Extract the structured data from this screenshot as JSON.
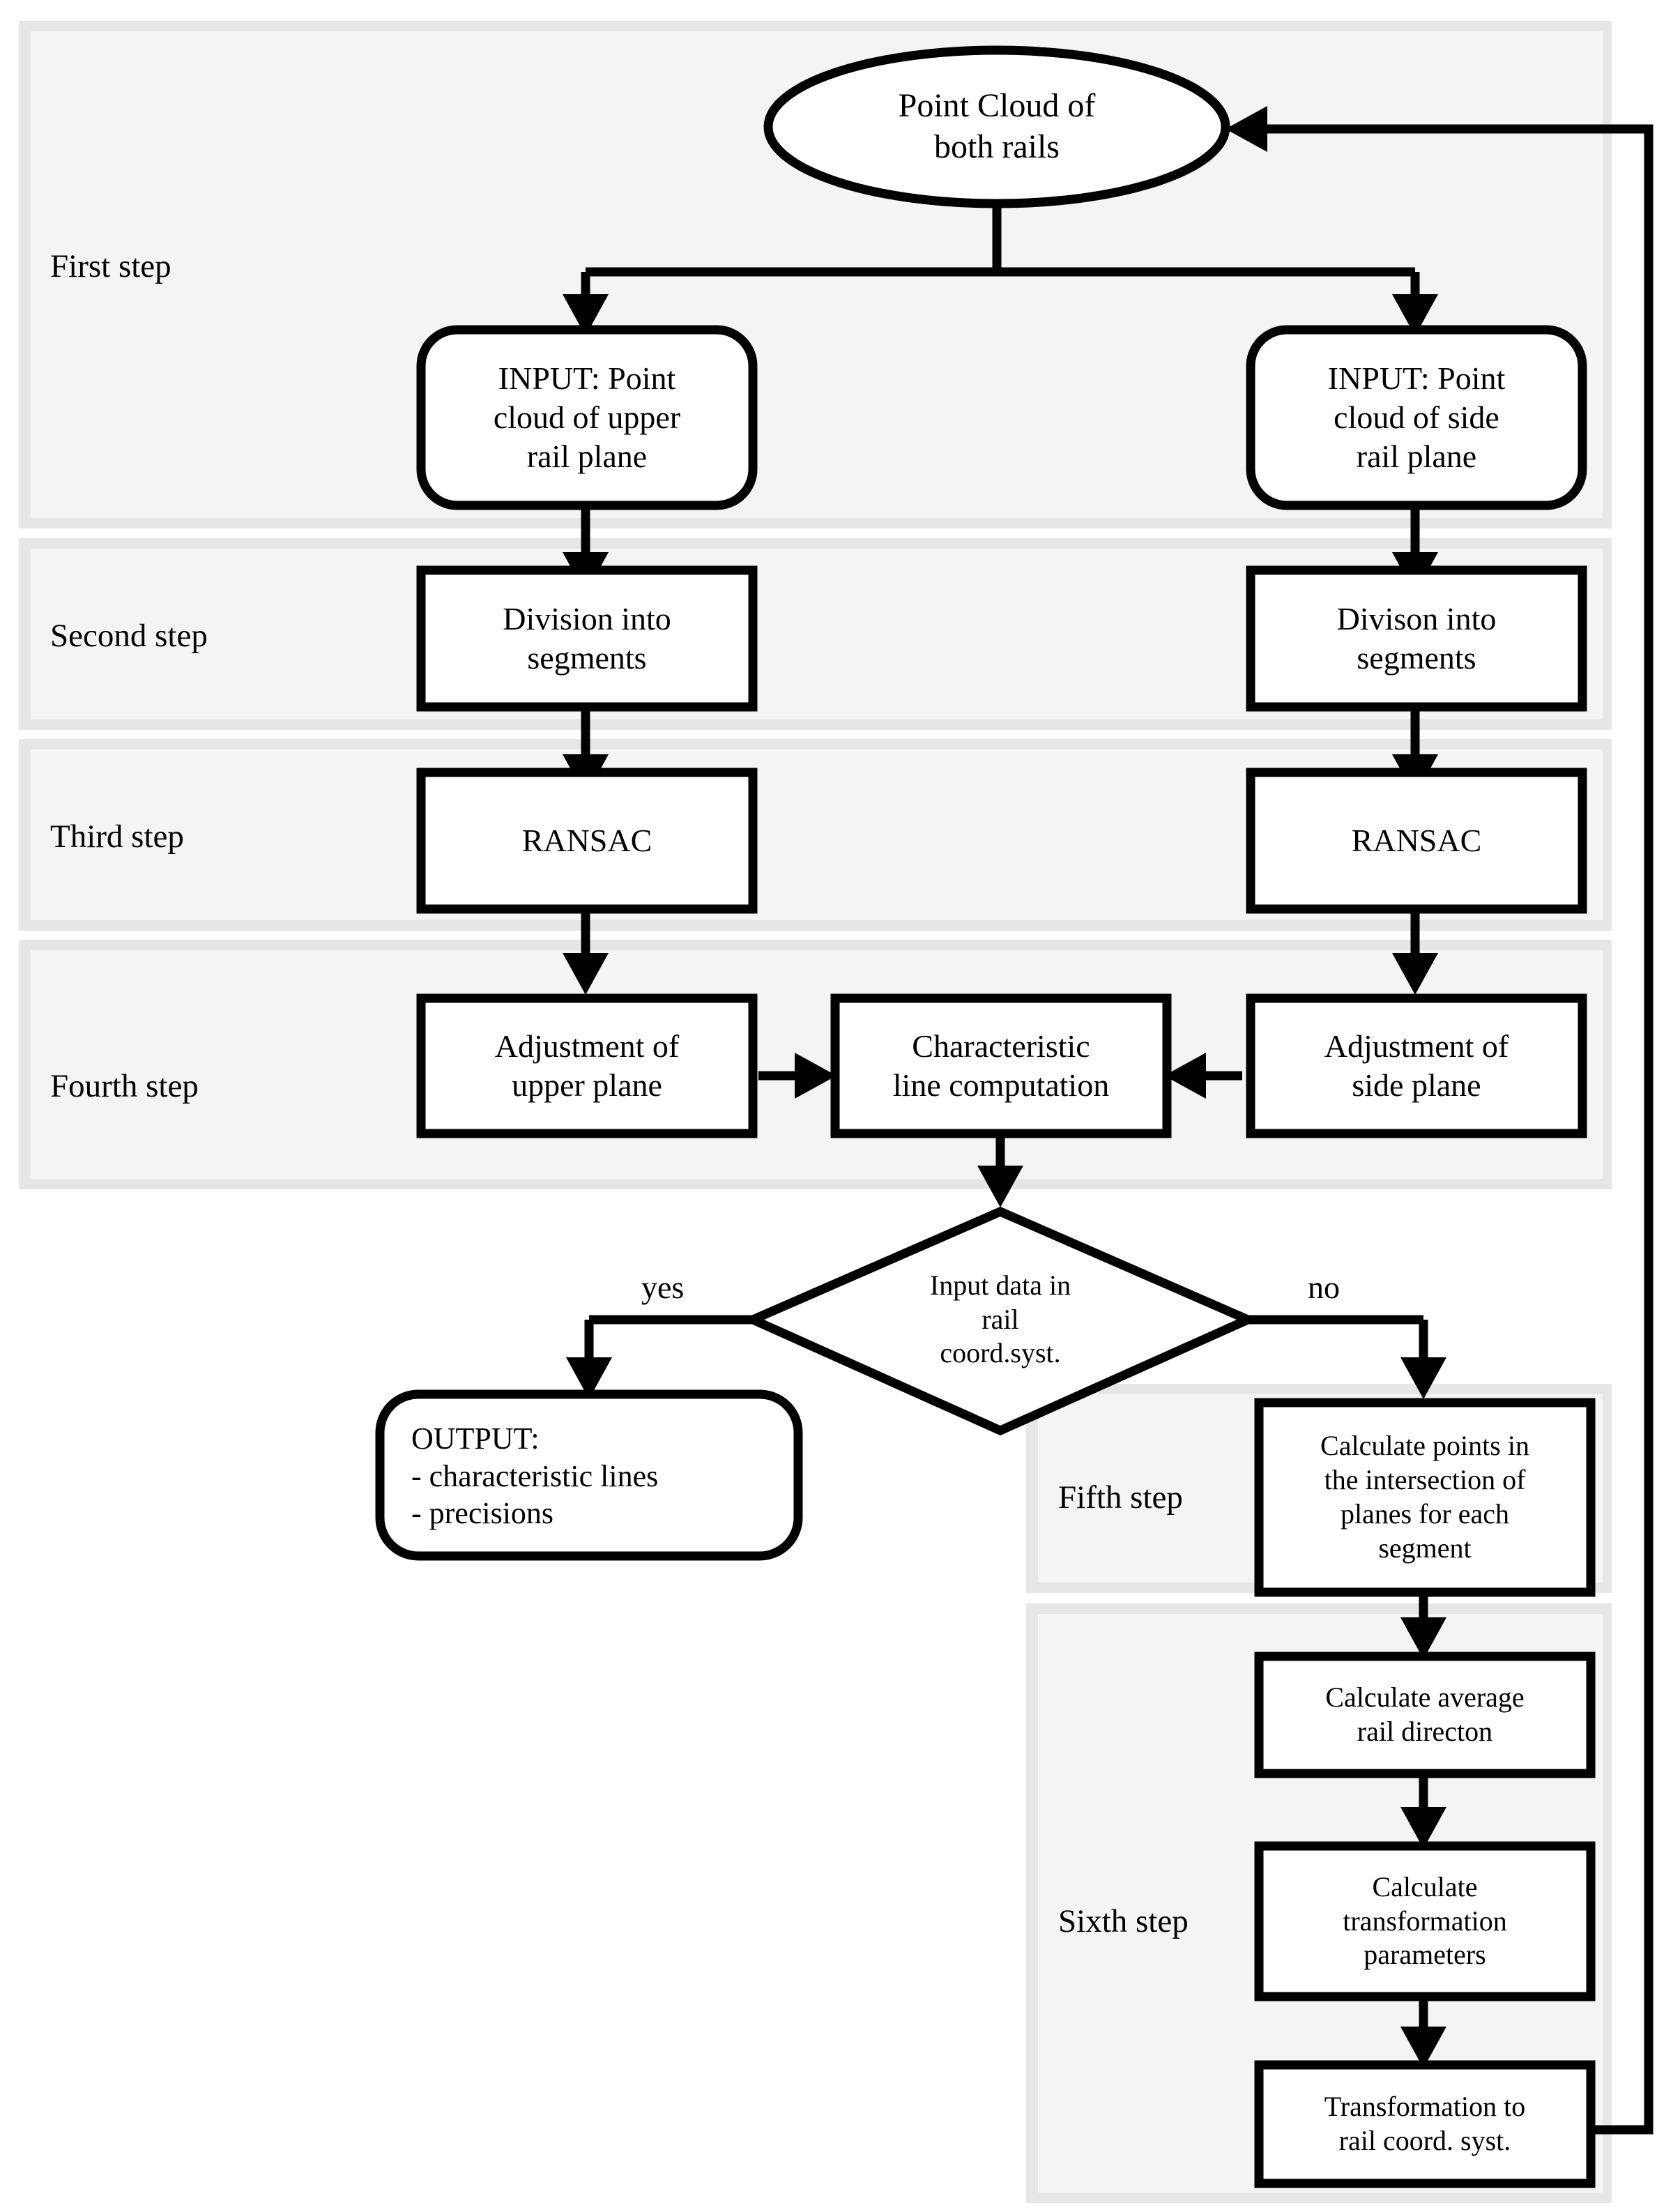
{
  "diagram": {
    "title_present": false,
    "type": "flowchart",
    "colors": {
      "stroke": "#000000",
      "shape_fill": "#ffffff",
      "band_outer": "#e6e6e6",
      "band_inner": "#f4f4f4",
      "page": "#ffffff"
    },
    "step_bands": [
      {
        "id": "first",
        "label": "First step"
      },
      {
        "id": "second",
        "label": "Second step"
      },
      {
        "id": "third",
        "label": "Third step"
      },
      {
        "id": "fourth",
        "label": "Fourth step"
      },
      {
        "id": "fifth",
        "label": "Fifth step"
      },
      {
        "id": "sixth",
        "label": "Sixth step"
      }
    ],
    "nodes": {
      "start": {
        "shape": "ellipse",
        "label": "Point Cloud of\nboth rails"
      },
      "input_upper": {
        "shape": "rounded-rect",
        "label": "INPUT: Point\ncloud of upper\nrail plane"
      },
      "input_side": {
        "shape": "rounded-rect",
        "label": "INPUT: Point\ncloud of side\nrail plane"
      },
      "division_upper": {
        "shape": "rect",
        "label": "Division into\nsegments"
      },
      "division_side": {
        "shape": "rect",
        "label": "Divison into\nsegments"
      },
      "ransac_upper": {
        "shape": "rect",
        "label": "RANSAC"
      },
      "ransac_side": {
        "shape": "rect",
        "label": "RANSAC"
      },
      "adjust_upper": {
        "shape": "rect",
        "label": "Adjustment of\nupper plane"
      },
      "adjust_side": {
        "shape": "rect",
        "label": "Adjustment of\nside plane"
      },
      "char_line": {
        "shape": "rect",
        "label": "Characteristic\nline computation"
      },
      "decision": {
        "shape": "diamond",
        "label": "Input data in\nrail\ncoord.syst."
      },
      "output": {
        "shape": "rounded-rect",
        "label": "OUTPUT:\n- characteristic lines\n- precisions"
      },
      "calc_points": {
        "shape": "rect",
        "label": "Calculate points in\nthe intersection of\nplanes for each\nsegment"
      },
      "calc_avg_dir": {
        "shape": "rect",
        "label": "Calculate average\nrail directon"
      },
      "calc_transform": {
        "shape": "rect",
        "label": "Calculate\ntransformation\nparameters"
      },
      "transform_to_rail": {
        "shape": "rect",
        "label": "Transformation to\nrail coord. syst."
      }
    },
    "edge_labels": {
      "yes": "yes",
      "no": "no"
    },
    "edges": [
      {
        "from": "start",
        "to": "input_upper",
        "label": ""
      },
      {
        "from": "start",
        "to": "input_side",
        "label": ""
      },
      {
        "from": "input_upper",
        "to": "division_upper",
        "label": ""
      },
      {
        "from": "input_side",
        "to": "division_side",
        "label": ""
      },
      {
        "from": "division_upper",
        "to": "ransac_upper",
        "label": ""
      },
      {
        "from": "division_side",
        "to": "ransac_side",
        "label": ""
      },
      {
        "from": "ransac_upper",
        "to": "adjust_upper",
        "label": ""
      },
      {
        "from": "ransac_side",
        "to": "adjust_side",
        "label": ""
      },
      {
        "from": "adjust_upper",
        "to": "char_line",
        "label": ""
      },
      {
        "from": "adjust_side",
        "to": "char_line",
        "label": ""
      },
      {
        "from": "char_line",
        "to": "decision",
        "label": ""
      },
      {
        "from": "decision",
        "to": "output",
        "label": "yes"
      },
      {
        "from": "decision",
        "to": "calc_points",
        "label": "no"
      },
      {
        "from": "calc_points",
        "to": "calc_avg_dir",
        "label": ""
      },
      {
        "from": "calc_avg_dir",
        "to": "calc_transform",
        "label": ""
      },
      {
        "from": "calc_transform",
        "to": "transform_to_rail",
        "label": ""
      },
      {
        "from": "transform_to_rail",
        "to": "start",
        "label": ""
      }
    ]
  }
}
